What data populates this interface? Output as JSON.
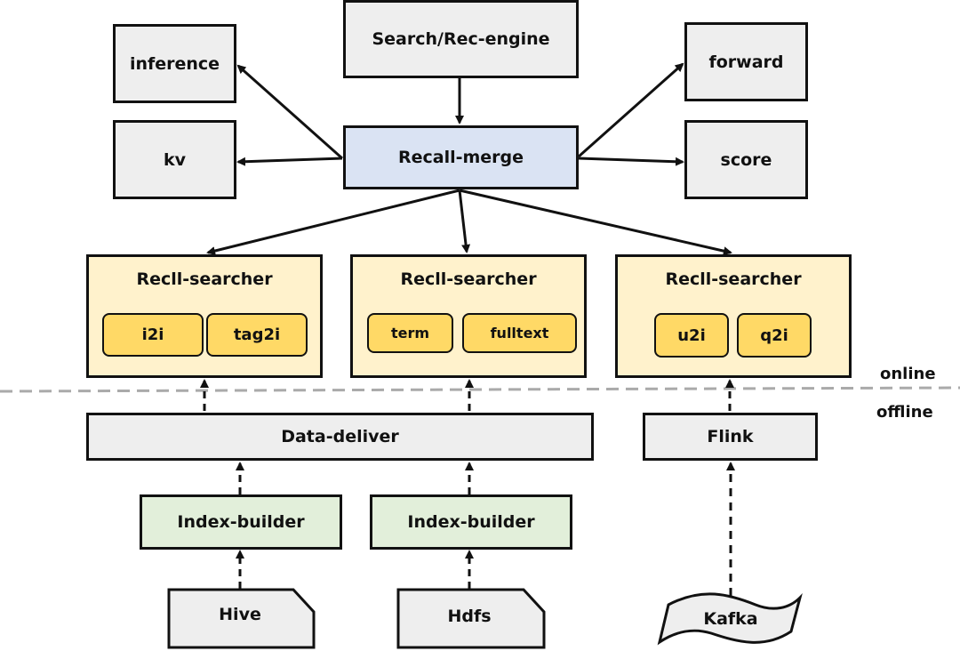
{
  "engine": "Search/Rec-engine",
  "merge": "Recall-merge",
  "left_services": {
    "top": "inference",
    "bottom": "kv"
  },
  "right_services": {
    "top": "forward",
    "bottom": "score"
  },
  "searchers": [
    {
      "title": "Recll-searcher",
      "items": [
        "i2i",
        "tag2i"
      ]
    },
    {
      "title": "Recll-searcher",
      "items": [
        "term",
        "fulltext"
      ]
    },
    {
      "title": "Recll-searcher",
      "items": [
        "u2i",
        "q2i"
      ]
    }
  ],
  "zones": {
    "online": "online",
    "offline": "offline"
  },
  "data_deliver": "Data-deliver",
  "flink": "Flink",
  "index_builders": [
    "Index-builder",
    "Index-builder"
  ],
  "sources": {
    "hive": "Hive",
    "hdfs": "Hdfs",
    "kafka": "Kafka"
  },
  "colors": {
    "gray": "#eeeeee",
    "blue": "#dae3f3",
    "green": "#e2efda",
    "panel": "#fff2cc",
    "chip": "#ffd966",
    "divider": "#aaaaaa"
  }
}
